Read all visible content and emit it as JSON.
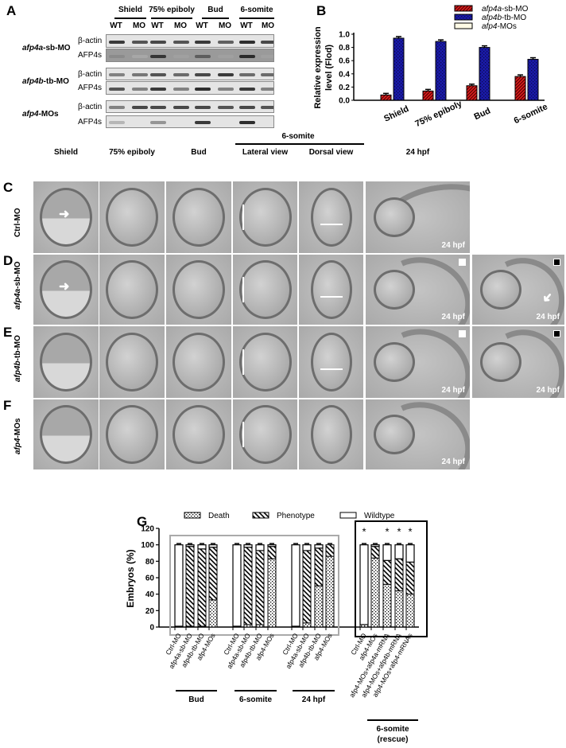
{
  "panel_labels": {
    "a": "A",
    "b": "B",
    "c": "C",
    "d": "D",
    "e": "E",
    "f": "F",
    "g": "G"
  },
  "panelA": {
    "stages": [
      "Shield",
      "75% epiboly",
      "Bud",
      "6-somite"
    ],
    "lanes": [
      "WT",
      "MO",
      "WT",
      "MO",
      "WT",
      "MO",
      "WT",
      "MO"
    ],
    "groups": [
      {
        "label_italic": "afp4a",
        "label_rest": "-sb-MO",
        "rows": [
          {
            "name": "β-actin",
            "bands": [
              0.9,
              0.8,
              0.85,
              0.8,
              0.9,
              0.75,
              0.95,
              0.85
            ]
          },
          {
            "name": "AFP4s",
            "bands": [
              0.4,
              0.1,
              0.9,
              0.2,
              0.7,
              0.2,
              0.95,
              0.2
            ]
          }
        ]
      },
      {
        "label_italic": "afp4b",
        "label_rest": "-tb-MO",
        "rows": [
          {
            "name": "β-actin",
            "bands": [
              0.6,
              0.65,
              0.8,
              0.7,
              0.85,
              0.9,
              0.7,
              0.7
            ]
          },
          {
            "name": "AFP4s",
            "bands": [
              0.8,
              0.6,
              0.9,
              0.6,
              0.95,
              0.6,
              0.9,
              0.6
            ]
          }
        ]
      },
      {
        "label_italic": "afp4",
        "label_rest": "-MOs",
        "rows": [
          {
            "name": "β-actin",
            "bands": [
              0.6,
              0.85,
              0.85,
              0.85,
              0.85,
              0.8,
              0.85,
              0.8
            ]
          },
          {
            "name": "AFP4s",
            "bands": [
              0.3,
              0,
              0.5,
              0,
              0.9,
              0,
              0.95,
              0
            ]
          }
        ]
      }
    ]
  },
  "chart_data": [
    {
      "panel": "B",
      "type": "bar",
      "ylabel": "Relative expression level (Flod)",
      "categories": [
        "Shield",
        "75% epiboly",
        "Bud",
        "6-somite"
      ],
      "ylim": [
        0,
        1.0
      ],
      "yticks": [
        "0.0",
        "0.2",
        "0.4",
        "0.6",
        "0.8",
        "1.0"
      ],
      "legend_position": "top-right",
      "series": [
        {
          "name_italic": "afp4a",
          "name_rest": "-sb-MO",
          "color": "#e02020",
          "pattern": "diagonal-hatch",
          "values": [
            0.08,
            0.14,
            0.22,
            0.36
          ]
        },
        {
          "name_italic": "afp4b",
          "name_rest": "-tb-MO",
          "color": "#1a1aa8",
          "pattern": "crosshatch",
          "values": [
            0.94,
            0.89,
            0.8,
            0.62
          ]
        },
        {
          "name_italic": "afp4",
          "name_rest": "-MOs",
          "color": "#fffbe6",
          "pattern": "none",
          "values": []
        }
      ]
    },
    {
      "panel": "G",
      "type": "bar",
      "stacked": true,
      "ylabel": "Embryos (%)",
      "ylim": [
        0,
        120
      ],
      "yticks": [
        "0",
        "20",
        "40",
        "60",
        "80",
        "100",
        "120"
      ],
      "legend": [
        "Death",
        "Phenotype",
        "Wildtype"
      ],
      "legend_position": "top",
      "groups": [
        {
          "label": "Bud",
          "categories": [
            "Ctrl-MO",
            "afp4a-sb-MO",
            "afp4b-tb-MO",
            "afp4-MOs"
          ],
          "death": [
            1,
            1,
            1,
            33
          ],
          "phenotype": [
            0,
            97,
            94,
            64
          ],
          "wildtype": [
            99,
            2,
            5,
            3
          ],
          "stars": [
            false,
            false,
            false,
            false
          ]
        },
        {
          "label": "6-somite",
          "categories": [
            "Ctrl-MO",
            "afp4a-sb-MO",
            "afp4b-tb-MO",
            "afp4-MOs"
          ],
          "death": [
            1,
            3,
            3,
            83
          ],
          "phenotype": [
            0,
            94,
            90,
            15
          ],
          "wildtype": [
            99,
            3,
            7,
            2
          ],
          "stars": [
            false,
            false,
            false,
            false
          ]
        },
        {
          "label": "24 hpf",
          "categories": [
            "Ctrl-MO",
            "afp4a-sb-MO",
            "afp4b-tb-MO",
            "afp4-MOs"
          ],
          "death": [
            1,
            5,
            50,
            86
          ],
          "phenotype": [
            0,
            88,
            46,
            14
          ],
          "wildtype": [
            99,
            7,
            4,
            0
          ],
          "stars": [
            false,
            false,
            false,
            false
          ]
        },
        {
          "label": "6-somite\n(rescue)",
          "categories": [
            "Ctrl-MO",
            "afp4-MOs",
            "afp4-MOs+afp4a-mRNA",
            "afp4-MOs+afp4b-mRNA",
            "afp4-MOs+afp4-mRNAs"
          ],
          "death": [
            3,
            84,
            52,
            44,
            40
          ],
          "phenotype": [
            0,
            14,
            29,
            39,
            39
          ],
          "wildtype": [
            97,
            2,
            19,
            17,
            21
          ],
          "stars": [
            true,
            false,
            true,
            true,
            true
          ]
        }
      ],
      "star_symbol": "*"
    }
  ],
  "panelCF": {
    "columns": [
      "Shield",
      "75% epiboly",
      "Bud",
      "Lateral view",
      "Dorsal view",
      "24 hpf"
    ],
    "six_somite_header": "6-somite",
    "rows": [
      {
        "italic": "",
        "rest": "Ctrl-MO",
        "extra": false
      },
      {
        "italic": "afp4a",
        "rest": "-sb-MO",
        "extra": true
      },
      {
        "italic": "afp4b",
        "rest": "-tb-MO",
        "extra": true
      },
      {
        "italic": "afp4",
        "rest": "-MOs",
        "extra": false
      }
    ],
    "hpf_label": "24 hpf"
  }
}
